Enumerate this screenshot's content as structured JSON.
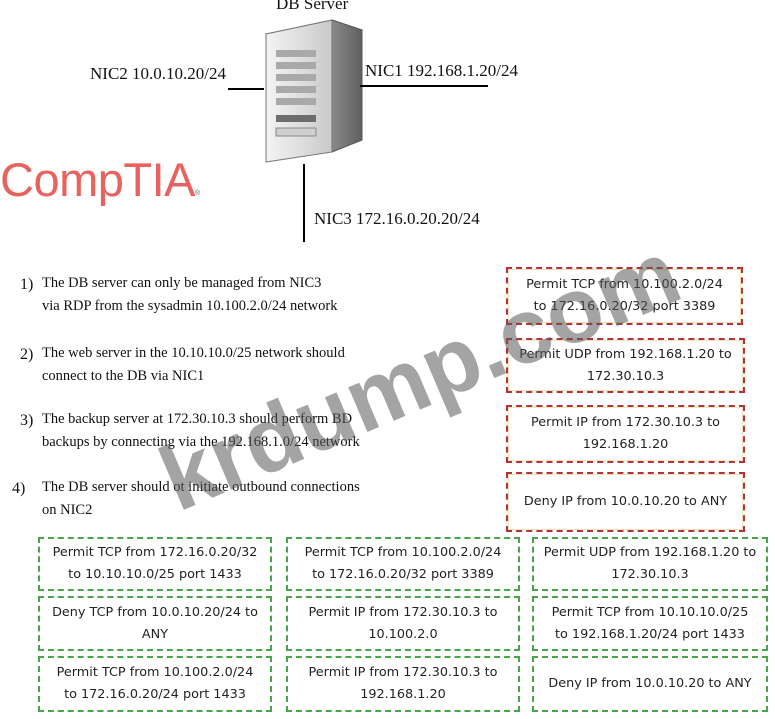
{
  "diagram": {
    "title": "DB Server",
    "nics": {
      "nic2": "NIC2 10.0.10.20/24",
      "nic1": "NIC1 192.168.1.20/24",
      "nic3": "NIC3 172.16.0.20.20/24"
    }
  },
  "logo": {
    "text": "CompTIA",
    "mark": "®"
  },
  "watermark": "krdump.com",
  "requirements": [
    {
      "num": "1)",
      "lines": [
        "The DB server can only be managed from NIC3",
        "via RDP from the sysadmin 10.100.2.0/24 network"
      ]
    },
    {
      "num": "2)",
      "lines": [
        "The web server in the 10.10.10.0/25 network should",
        "connect to the DB via NIC1"
      ]
    },
    {
      "num": "3)",
      "lines": [
        "The backup server at 172.30.10.3 should perform BD",
        "backups by connecting via the 192.168.1.0/24 network"
      ]
    },
    {
      "num": "4)",
      "lines": [
        "The DB server should ot initiate outbound connections",
        "on NIC2"
      ]
    }
  ],
  "answers": [
    [
      "Permit TCP from 10.100.2.0/24",
      "to 172.16.0.20/32 port 3389"
    ],
    [
      "Permit UDP from 192.168.1.20 to",
      "172.30.10.3"
    ],
    [
      "Permit IP from 172.30.10.3 to",
      "192.168.1.20"
    ],
    [
      "Deny IP from 10.0.10.20 to ANY"
    ]
  ],
  "options": [
    [
      "Permit TCP from 172.16.0.20/32",
      "to 10.10.10.0/25 port 1433"
    ],
    [
      "Permit TCP from 10.100.2.0/24",
      "to 172.16.0.20/32 port 3389"
    ],
    [
      "Permit UDP from 192.168.1.20 to",
      "172.30.10.3"
    ],
    [
      "Deny TCP from 10.0.10.20/24 to",
      "ANY"
    ],
    [
      "Permit IP from 172.30.10.3 to",
      "10.100.2.0"
    ],
    [
      "Permit TCP from 10.10.10.0/25",
      "to 192.168.1.20/24   port 1433"
    ],
    [
      "Permit TCP from 10.100.2.0/24",
      "to 172.16.0.20/24 port 1433"
    ],
    [
      "Permit IP from 172.30.10.3 to",
      "192.168.1.20"
    ],
    [
      "Deny IP from 10.0.10.20 to ANY"
    ]
  ]
}
